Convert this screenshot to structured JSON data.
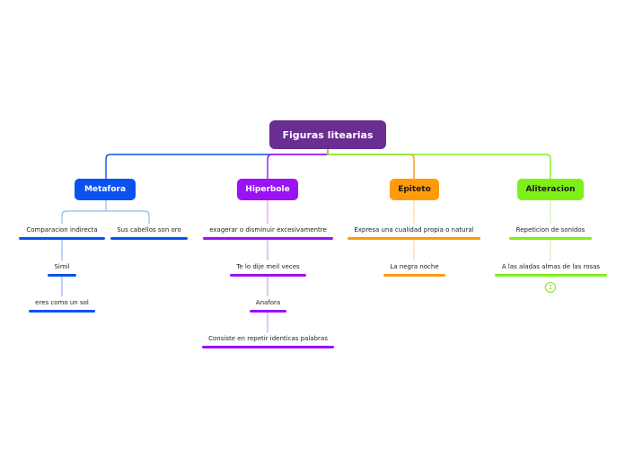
{
  "root": {
    "label": "Figuras litearias",
    "color": "#6a2d91"
  },
  "branches": [
    {
      "id": "metafora",
      "label": "Metafora",
      "color": "#0a52f0",
      "leaves": [
        "Comparacion indirecta",
        "Sus cabellos son oro",
        "Simil",
        "eres como un sol"
      ]
    },
    {
      "id": "hiperbole",
      "label": "Hiperbole",
      "color": "#9a12f5",
      "leaves": [
        "exagerar o disminuir excesivamentre",
        "Te lo dije meil veces",
        "Anafora",
        "Consiste en repetir identicas palabras"
      ]
    },
    {
      "id": "epiteto",
      "label": "Epiteto",
      "color": "#ff9a0a",
      "leaves": [
        "Expresa una cualidad propia o natural",
        "La negra noche"
      ]
    },
    {
      "id": "aliteracion",
      "label": "Aliteracion",
      "color": "#7ef018",
      "leaves": [
        "Repeticion de sonidos",
        "A las aladas almas de las rosas"
      ]
    }
  ],
  "collapse_toggle": {
    "symbol": "1",
    "icon": "collapse-toggle-icon"
  }
}
